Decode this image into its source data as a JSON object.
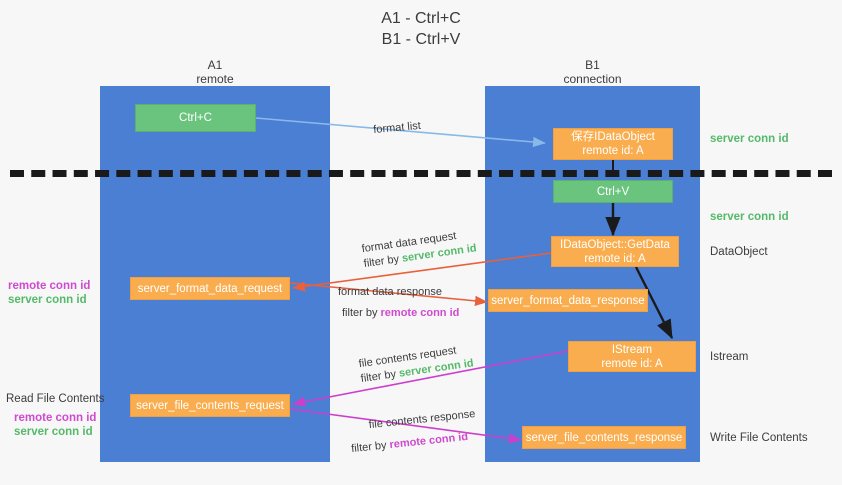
{
  "title": {
    "line1": "A1 - Ctrl+C",
    "line2": "B1 - Ctrl+V"
  },
  "lanes": [
    {
      "name": "A1",
      "sub": "remote"
    },
    {
      "name": "B1",
      "sub": "connection"
    }
  ],
  "nodes": {
    "ctrl_c": {
      "label": "Ctrl+C",
      "color": "#6ac47e"
    },
    "save_idataobject": {
      "line1": "保存IDataObject",
      "line2": "remote id: A",
      "color": "#f9ad4e"
    },
    "ctrl_v": {
      "label": "Ctrl+V",
      "color": "#6ac47e"
    },
    "getdata": {
      "line1": "IDataObject::GetData",
      "line2": "remote id: A",
      "color": "#f9ad4e"
    },
    "server_format_data_request": {
      "label": "server_format_data_request",
      "color": "#f9ad4e"
    },
    "server_format_data_response": {
      "label": "server_format_data_response",
      "color": "#f9ad4e"
    },
    "istream": {
      "line1": "IStream",
      "line2": "remote id: A",
      "color": "#f9ad4e"
    },
    "server_file_contents_request": {
      "label": "server_file_contents_request",
      "color": "#f9ad4e"
    },
    "server_file_contents_response": {
      "label": "server_file_contents_response",
      "color": "#f9ad4e"
    }
  },
  "edge_labels": {
    "format_list": "format list",
    "format_data_request": "format data request",
    "format_data_request_filter_prefix": "filter by ",
    "format_data_request_filter_key": "server conn id",
    "format_data_response": "format data response",
    "format_data_response_filter_prefix": "filter by ",
    "format_data_response_filter_key": "remote conn id",
    "file_contents_request": "file contents request",
    "file_contents_request_filter_prefix": "filter by ",
    "file_contents_request_filter_key": "server conn id",
    "file_contents_response": "file contents response",
    "file_contents_response_filter_prefix": "filter by ",
    "file_contents_response_filter_key": "remote conn id"
  },
  "annotations": {
    "right_server_conn_id_top": "server conn id",
    "right_server_conn_id_mid": "server conn id",
    "right_dataobject": "DataObject",
    "right_istream": "Istream",
    "right_write_file_contents": "Write File Contents",
    "left_remote_conn_id_mid": "remote conn id",
    "left_server_conn_id_mid": "server conn id",
    "left_read_file_contents": "Read File Contents",
    "left_remote_conn_id_bottom": "remote conn id",
    "left_server_conn_id_bottom": "server conn id"
  },
  "colors": {
    "lane": "#4a7fd4",
    "green_node": "#6ac47e",
    "orange_node": "#f9ad4e",
    "green_text": "#55b96a",
    "pink_text": "#d04ad0",
    "arrow_blue": "#89b9e8",
    "arrow_red": "#e8603c",
    "arrow_pink": "#cc3fcc",
    "arrow_dark": "#1a1a1a",
    "divider": "#1a1a1a",
    "background": "#f7f7f7"
  }
}
